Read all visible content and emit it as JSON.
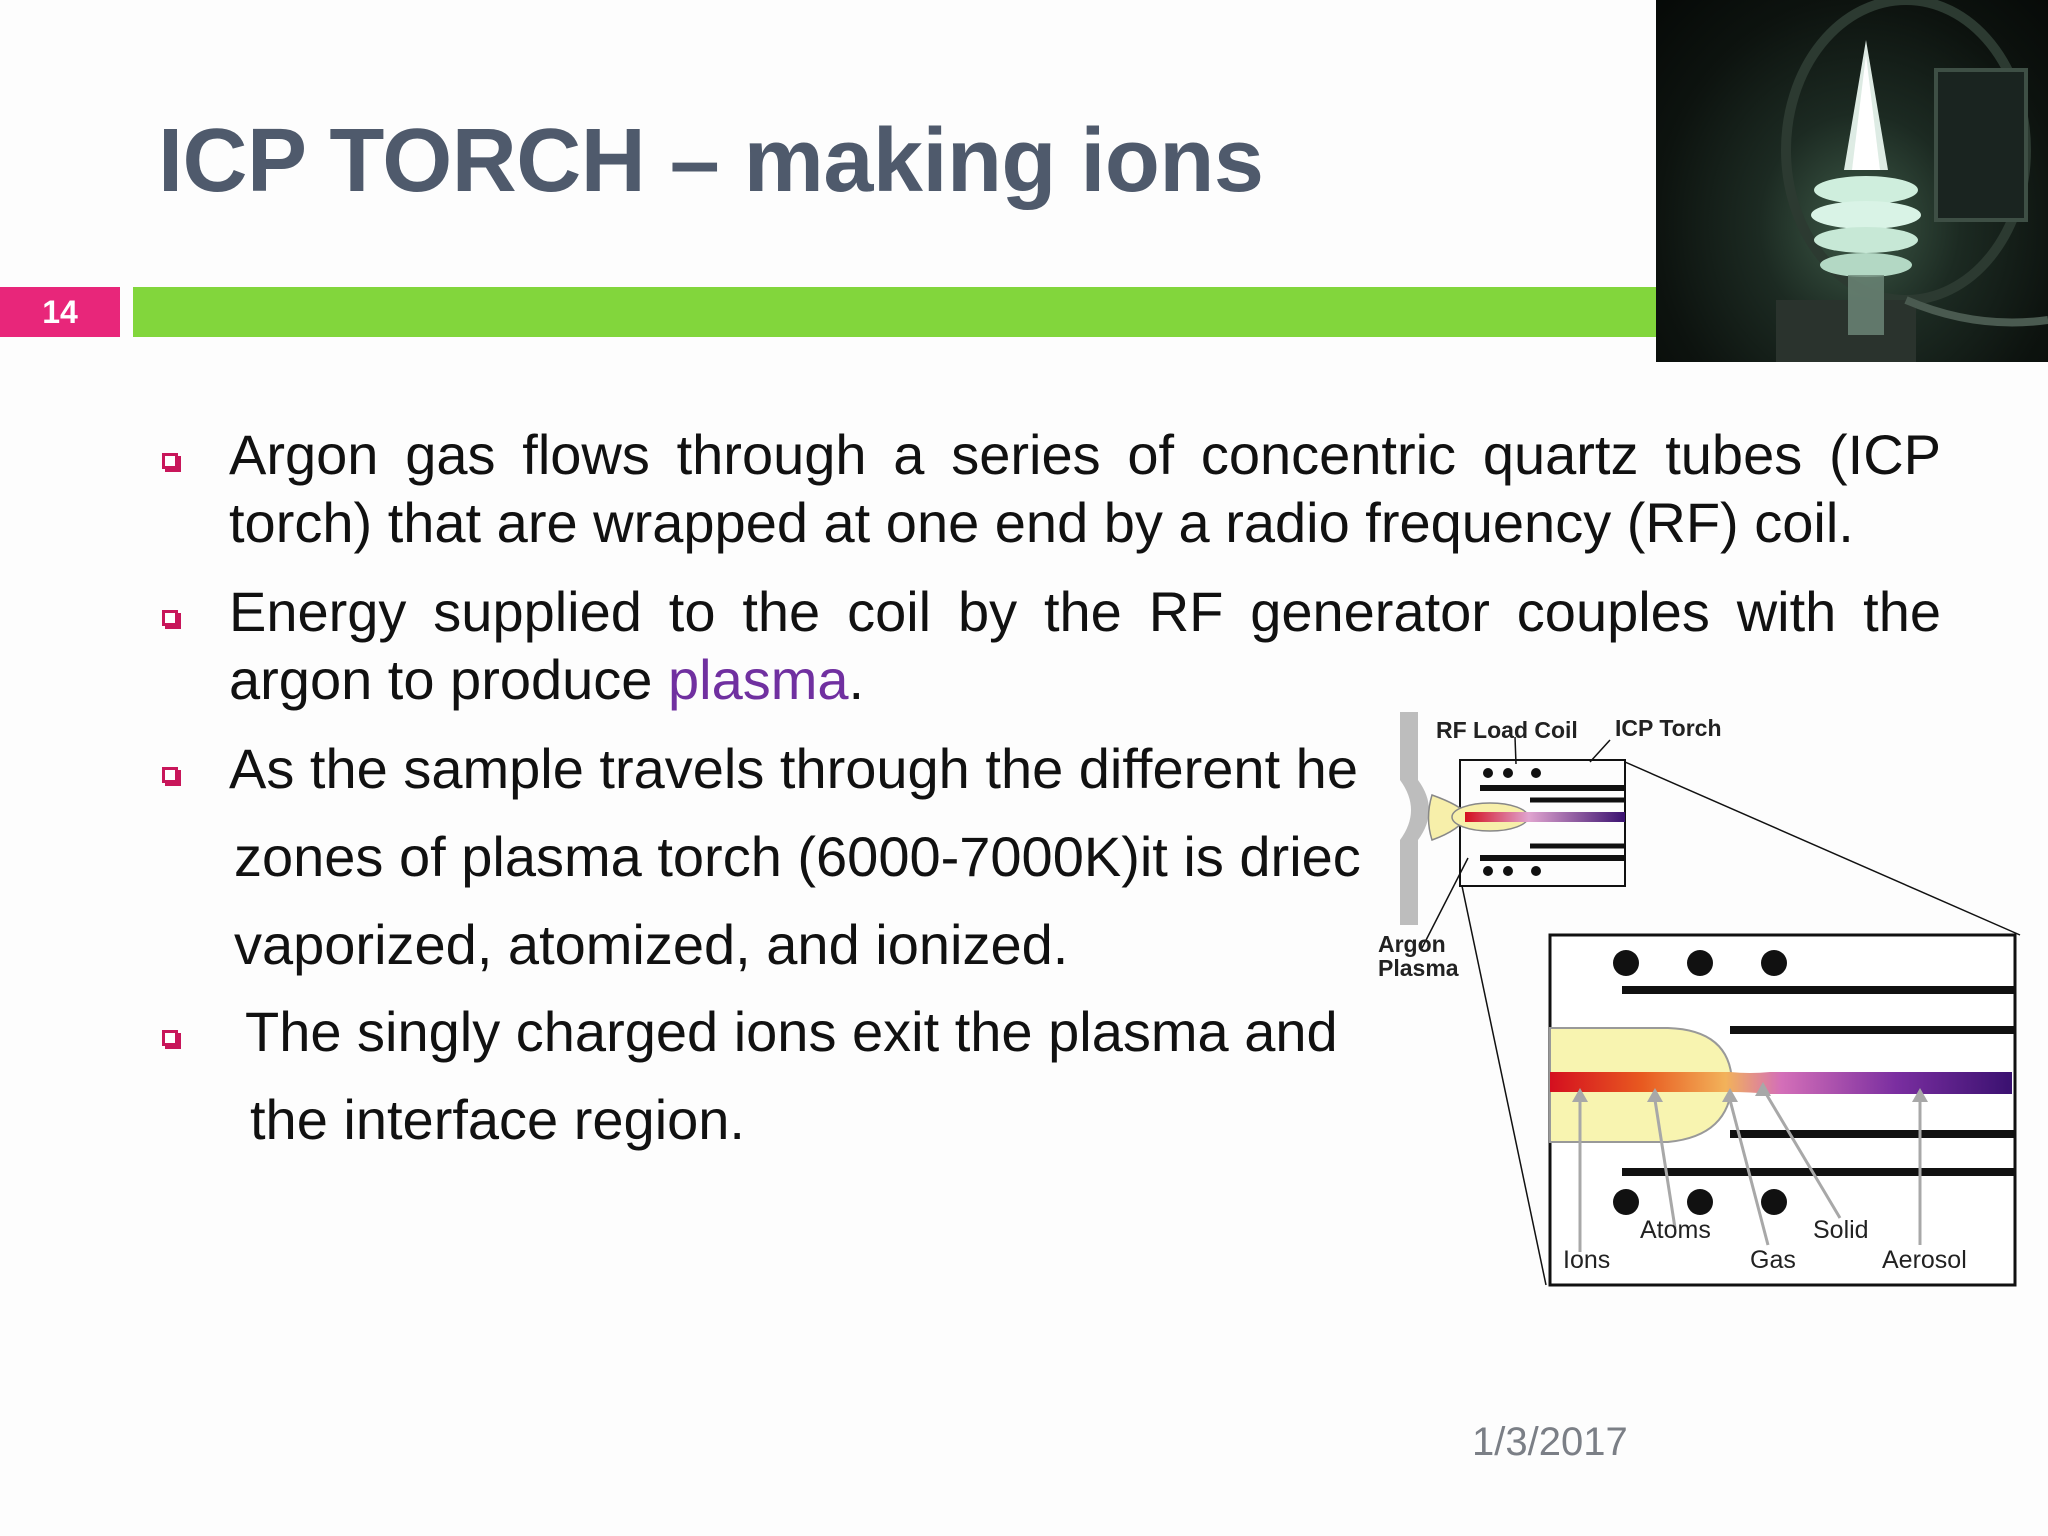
{
  "slide": {
    "title": "ICP TORCH – making ions",
    "number": "14",
    "date": "1/3/2017"
  },
  "bullets": [
    {
      "text": "Argon gas flows through a series of concentric quartz tubes (ICP torch) that are wrapped at one end by a radio frequency (RF) coil."
    },
    {
      "text_before": "Energy supplied to the coil by the RF generator couples with the argon to produce ",
      "highlight": "plasma",
      "text_after": "."
    },
    {
      "lines": [
        "As the sample travels through the different he",
        "zones of plasma torch (6000-7000K)it is driec",
        "vaporized, atomized, and ionized."
      ]
    },
    {
      "lines": [
        "The singly charged ions exit the plasma and",
        "the interface region."
      ]
    }
  ],
  "diagram": {
    "labels": {
      "rf_load_coil": "RF Load Coil",
      "icp_torch": "ICP Torch",
      "argon_plasma_1": "Argon",
      "argon_plasma_2": "Plasma",
      "ions": "Ions",
      "atoms": "Atoms",
      "gas": "Gas",
      "solid": "Solid",
      "aerosol": "Aerosol"
    }
  },
  "photo": {
    "alt": "ICP torch plasma photo"
  },
  "colors": {
    "title": "#4f5a6c",
    "accent_pink": "#e8267a",
    "accent_green": "#82d63c",
    "highlight_purple": "#7030a0"
  }
}
